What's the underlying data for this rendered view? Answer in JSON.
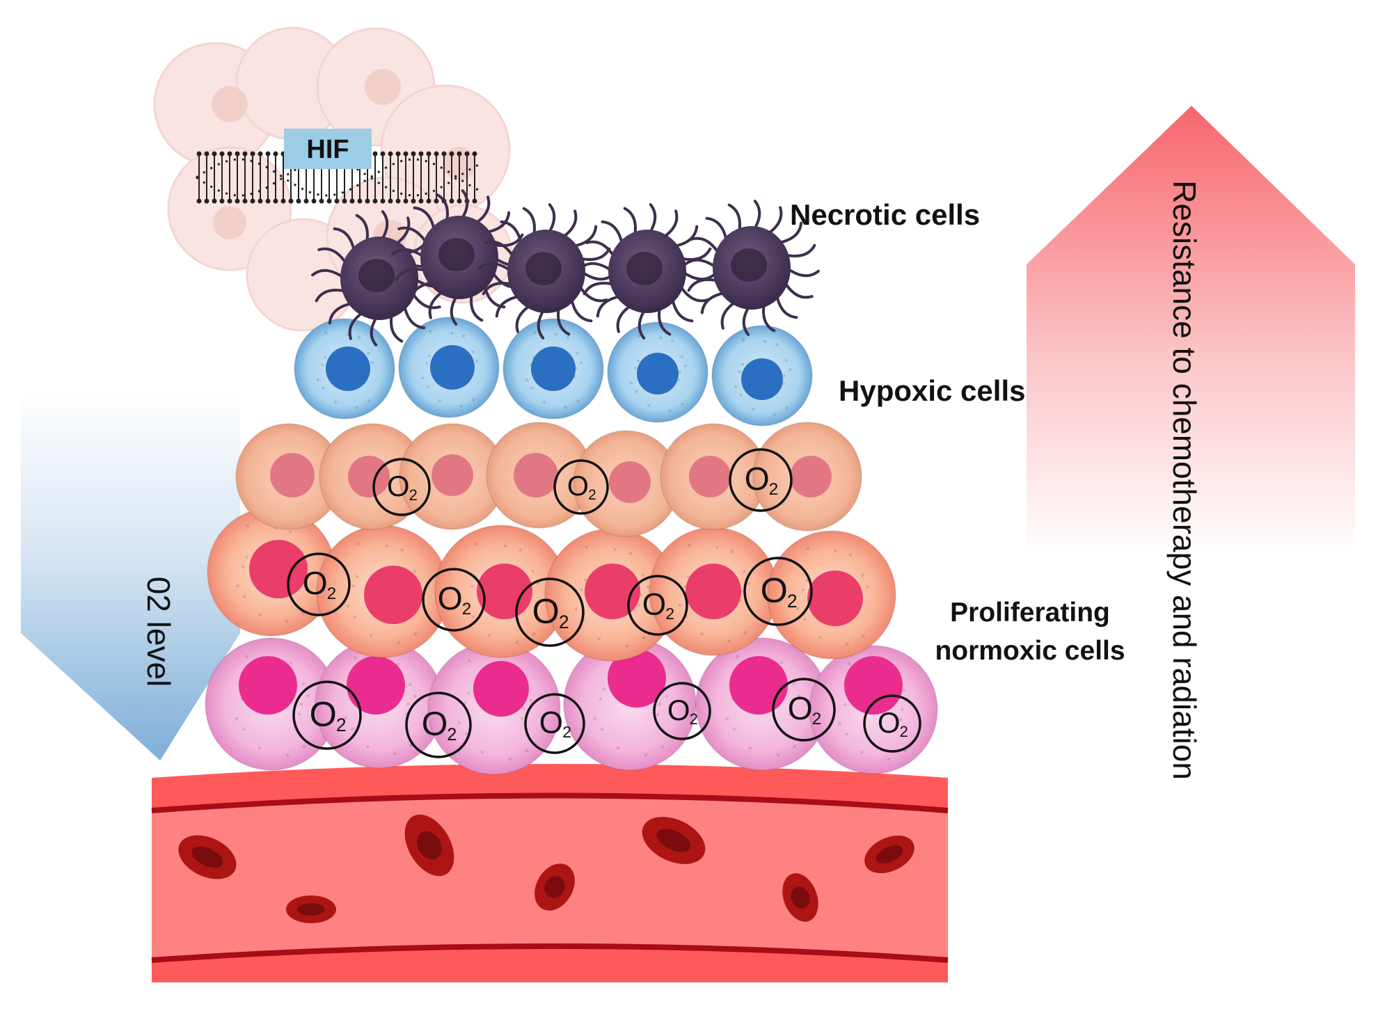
{
  "labels": {
    "hif": "HIF",
    "necrotic": "Necrotic cells",
    "hypoxic": "Hypoxic cells",
    "proliferating_line1": "Proliferating",
    "proliferating_line2": "normoxic cells",
    "o2_level": "02 level",
    "resistance": "Resistance to chemotherapy and radiation",
    "o2_symbol": "O",
    "o2_subscript": "2"
  },
  "colors": {
    "background_cells": "#f8dcd8",
    "hif_box": "#9ccde6",
    "necrotic": "#4e3d5e",
    "hypoxic_cell": "#a8d3ef",
    "hypoxic_nucleus": "#2a6fc2",
    "peach_cell": "#f3b596",
    "peach_nucleus": "#e27784",
    "orange_cell": "#f7a183",
    "orange_nucleus": "#ea3d6a",
    "pink_cell": "#f3b6dc",
    "pink_nucleus": "#ea2c8f",
    "vessel": "#ff6b6b",
    "vessel_wall": "#a70c17",
    "red_blood_cell": "#ad1515",
    "o2_arrow": "#7eaed8",
    "resistance_arrow": "#f7666e"
  },
  "icons": [
    "dna-helix-icon",
    "o2-molecule-icon",
    "red-blood-cell-icon",
    "necrotic-cell-icon"
  ]
}
